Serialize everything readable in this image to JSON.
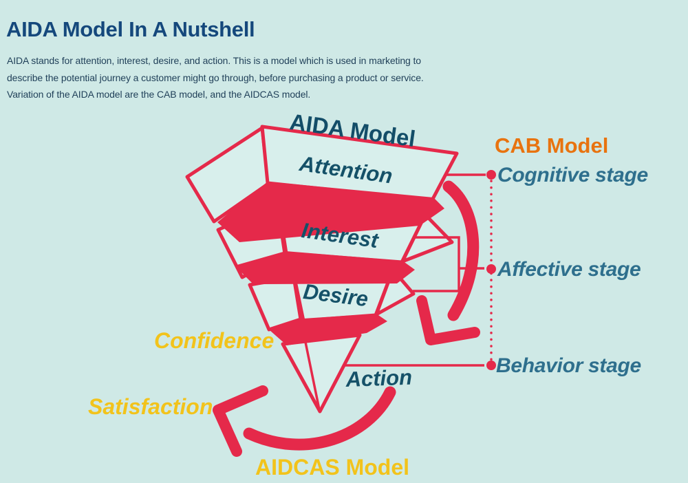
{
  "page": {
    "title": "AIDA Model In A Nutshell",
    "description_lines": [
      "AIDA stands for attention, interest, desire, and action. This is a model which is used in marketing to",
      "describe the potential journey a customer might go through, before purchasing a product or service.",
      "Variation of the AIDA model are the CAB model, and the AIDCAS model."
    ]
  },
  "funnel": {
    "title": "AIDA Model",
    "stages": [
      "Attention",
      "Interest",
      "Desire",
      "Action"
    ]
  },
  "cab_model": {
    "title": "CAB Model",
    "stages": [
      "Cognitive stage",
      "Affective stage",
      "Behavior stage"
    ],
    "mapping": {
      "Cognitive stage": [
        "Attention"
      ],
      "Affective stage": [
        "Interest",
        "Desire"
      ],
      "Behavior stage": [
        "Action"
      ]
    }
  },
  "aidcas_model": {
    "title": "AIDCAS Model",
    "extra_stages": [
      "Confidence",
      "Satisfaction"
    ]
  },
  "icons": {
    "right_arrow": "curved-arrow-down",
    "bottom_arrow": "curved-arrow-left"
  },
  "colors": {
    "background": "#cfe9e6",
    "funnel_fill": "#d8efec",
    "red": "#e5294a",
    "title_navy": "#15487c",
    "body_text": "#1f3f58",
    "funnel_text_teal": "#155168",
    "stage_teal": "#2e6f8d",
    "orange": "#e8730f",
    "yellow": "#f2c31b"
  }
}
